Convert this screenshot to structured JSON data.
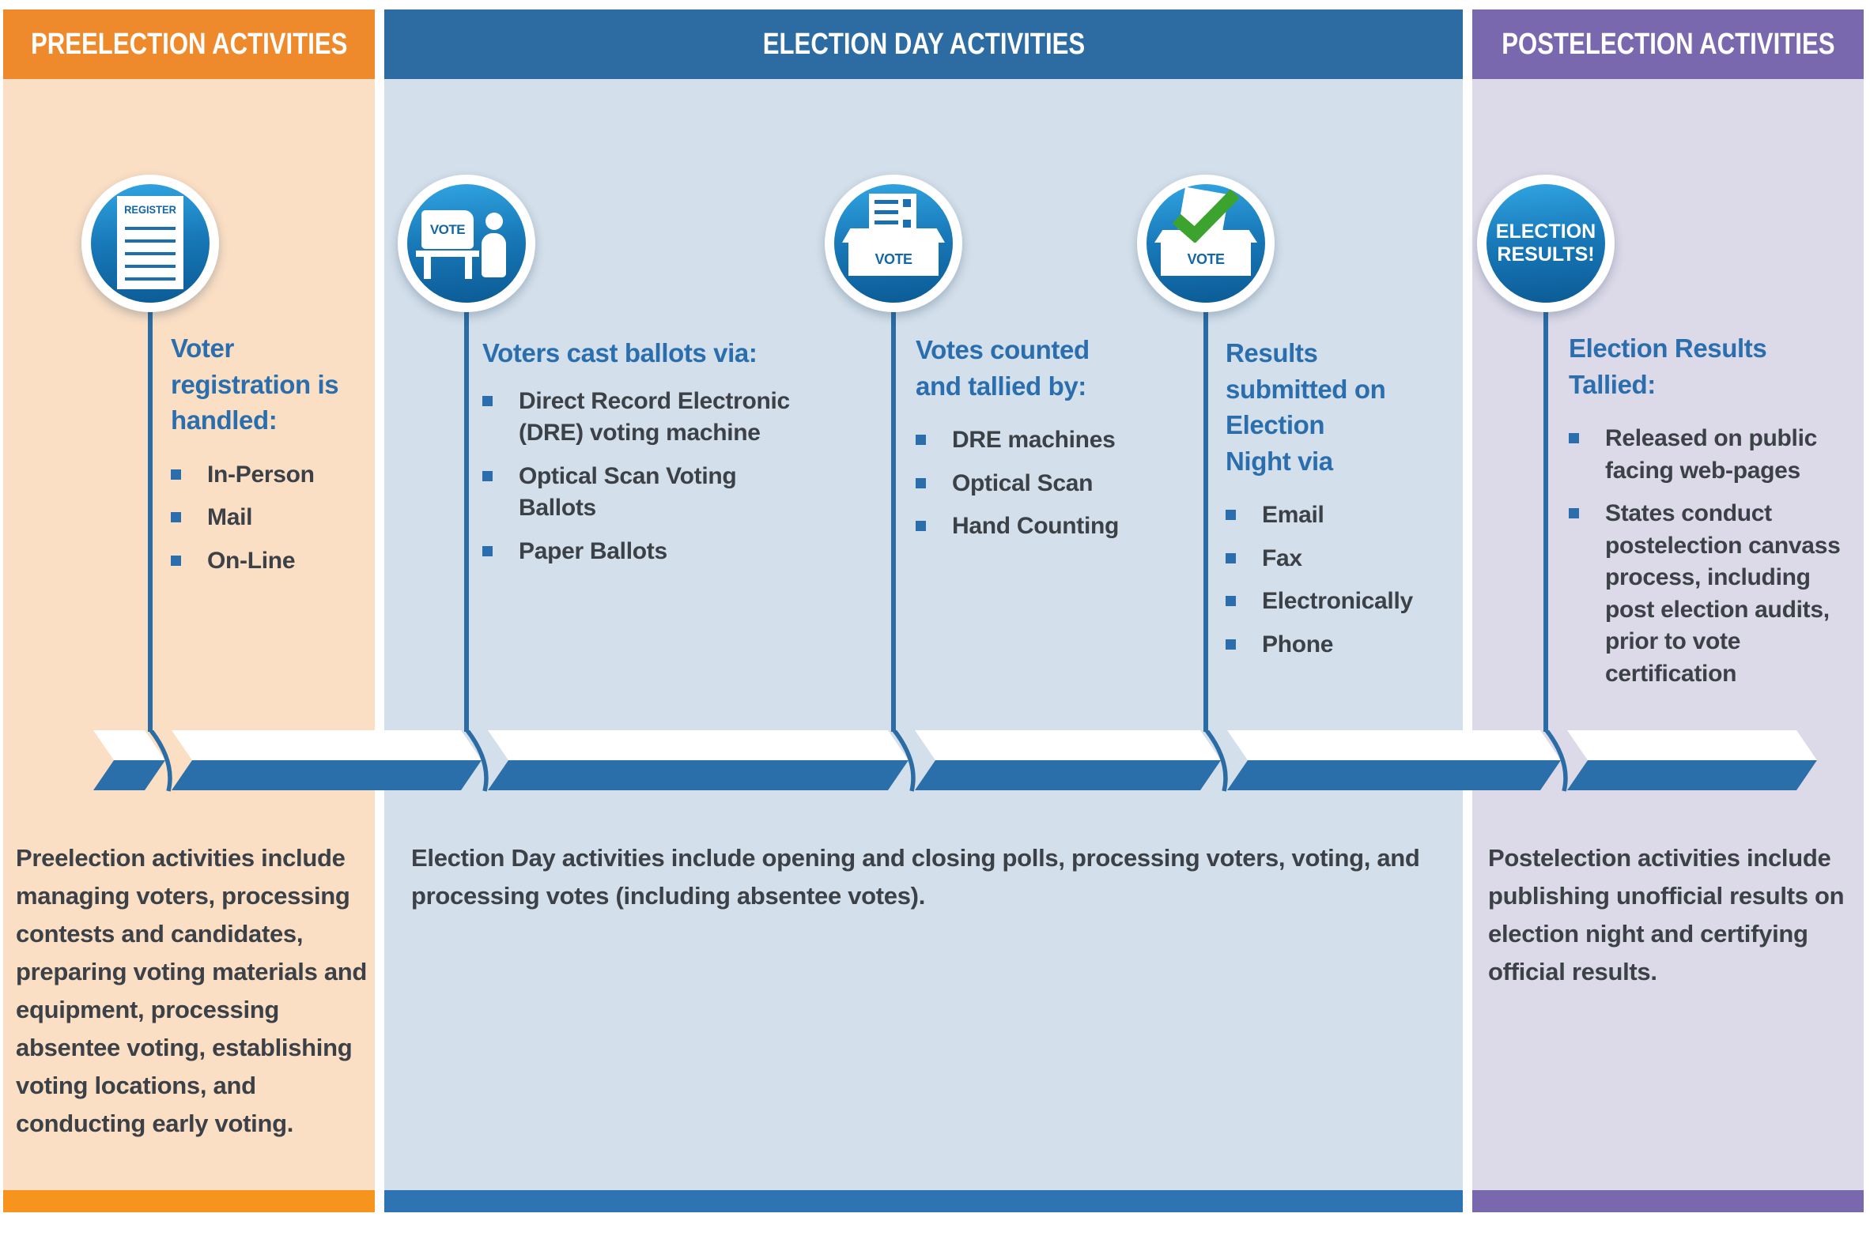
{
  "columns": [
    {
      "header": "PREELECTION ACTIVITIES",
      "note": "Preelection activities include managing voters, processing contests and candidates, preparing voting materials and equipment, processing absentee voting, establishing voting locations, and conducting early voting."
    },
    {
      "header": "ELECTION DAY ACTIVITIES",
      "note": "Election Day activities include opening and closing polls, processing voters, voting, and processing votes (including absentee votes)."
    },
    {
      "header": "POSTELECTION ACTIVITIES",
      "note": "Postelection activities include publishing unofficial results on election night and certifying official results."
    }
  ],
  "groups": [
    {
      "icon": "register-document-icon",
      "icon_label": "REGISTER",
      "heading": "Voter registration is handled:",
      "items": [
        "In-Person",
        "Mail",
        "On-Line"
      ]
    },
    {
      "icon": "voting-booth-icon",
      "icon_label": "VOTE",
      "heading": "Voters cast ballots via:",
      "items": [
        "Direct Record Electronic (DRE) voting machine",
        "Optical Scan Voting Ballots",
        "Paper Ballots"
      ]
    },
    {
      "icon": "ballot-scanner-icon",
      "icon_label": "VOTE",
      "heading": "Votes counted and tallied by:",
      "items": [
        "DRE machines",
        "Optical Scan",
        "Hand Counting"
      ]
    },
    {
      "icon": "ballot-checkmark-icon",
      "icon_label": "VOTE",
      "heading": "Results submitted on Election Night via",
      "items": [
        "Email",
        "Fax",
        "Electronically",
        "Phone"
      ]
    },
    {
      "icon": "election-results-icon",
      "icon_label": "ELECTION RESULTS!",
      "heading": "Election Results Tallied:",
      "items": [
        "Released on public facing web-pages",
        "States conduct postelection canvass process, including post election audits, prior to vote certification"
      ]
    }
  ],
  "colors": {
    "preelection_header": "#EE8A2C",
    "preelection_body": "#FBDFC4",
    "preelection_footer": "#F7941E",
    "electionday_header": "#2D6CA2",
    "electionday_body": "#D3DFEA",
    "electionday_footer": "#2E74B2",
    "postelection_header": "#7A68AE",
    "postelection_body": "#DCD9E8",
    "heading_blue": "#2A6EAD",
    "dark_text": "#3C4047",
    "timeline_blue": "#2B6FAA",
    "check_green": "#3CA32E"
  }
}
